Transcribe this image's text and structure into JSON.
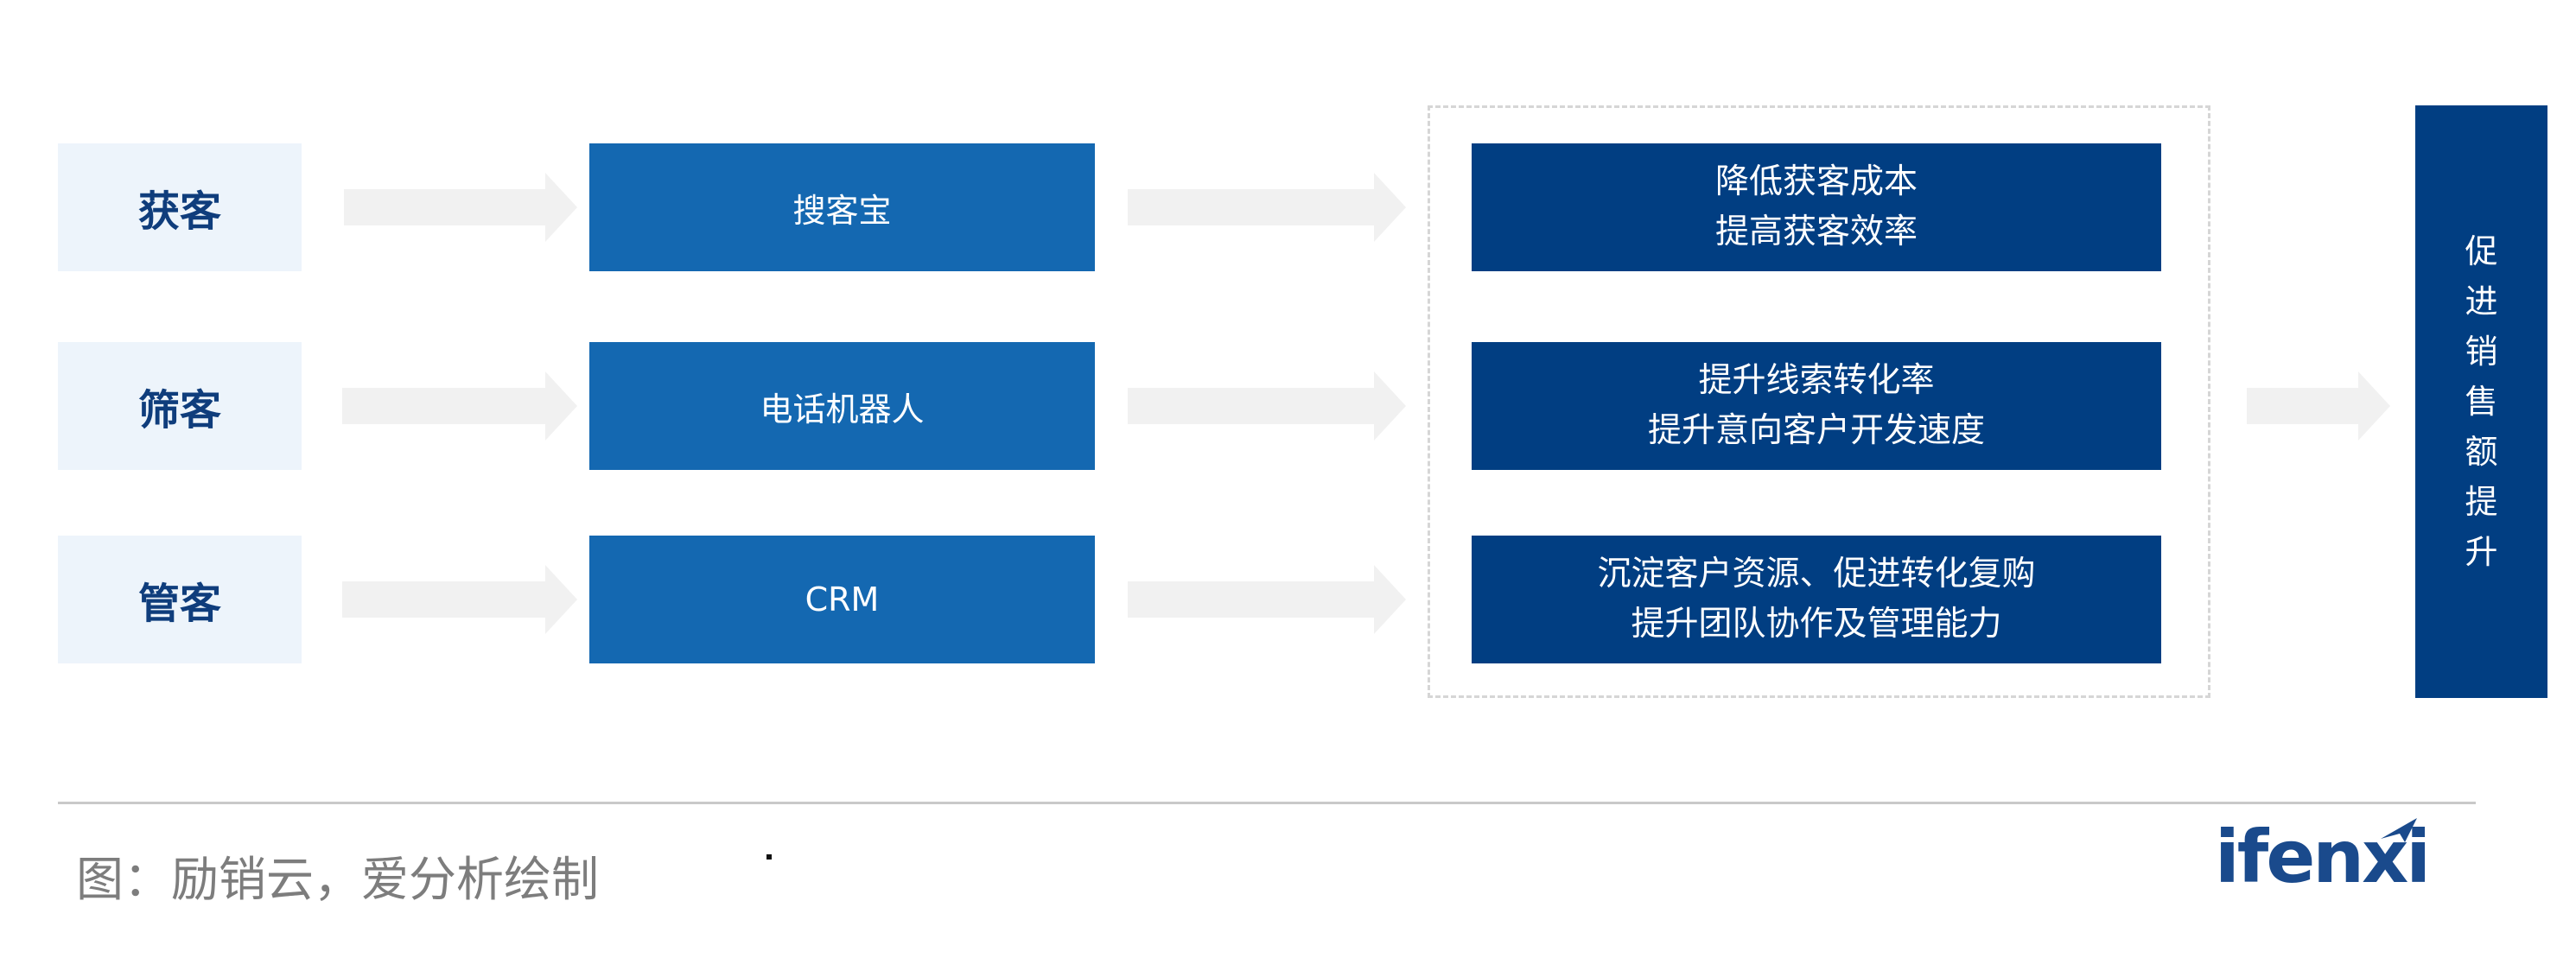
{
  "stages": [
    {
      "label": "获客",
      "tool": "搜客宝",
      "outcome_lines": [
        "降低获客成本",
        "提高获客效率"
      ]
    },
    {
      "label": "筛客",
      "tool": "电话机器人",
      "outcome_lines": [
        "提升线索转化率",
        "提升意向客户开发速度"
      ]
    },
    {
      "label": "管客",
      "tool": "CRM",
      "outcome_lines": [
        "沉淀客户资源、促进转化复购",
        "提升团队协作及管理能力"
      ]
    }
  ],
  "result": {
    "chars": [
      "促",
      "进",
      "销",
      "售",
      "额",
      "提",
      "升"
    ]
  },
  "footer": {
    "source": "图：励销云，爱分析绘制",
    "logo": "ifenxi"
  },
  "colors": {
    "stage_bg": "#edf4fb",
    "stage_text": "#0f3d7c",
    "tool_bg": "#1468b1",
    "outcome_bg": "#013e82",
    "arrow": "#f1f1f1"
  }
}
